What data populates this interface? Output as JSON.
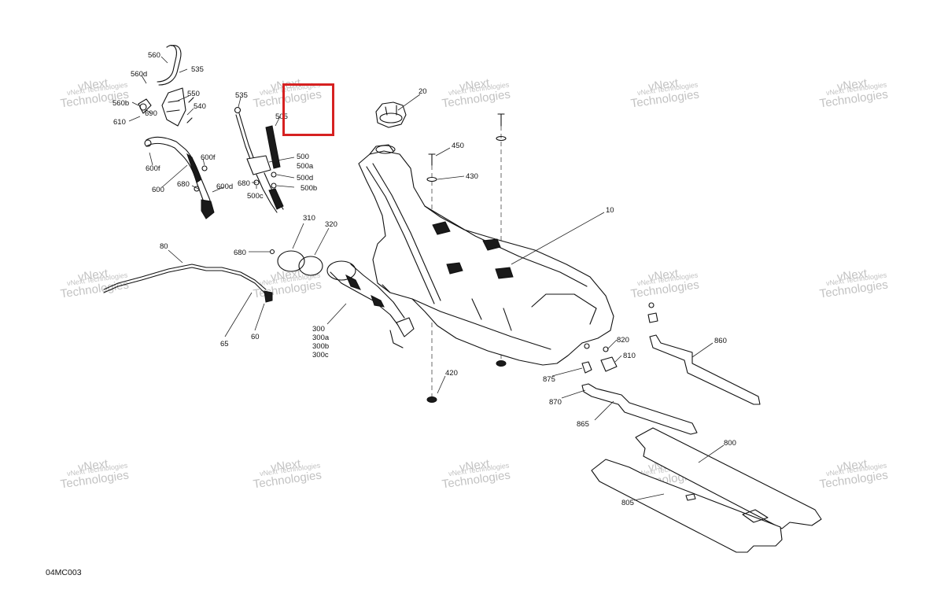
{
  "diagram": {
    "code": "04MC003",
    "highlight_color": "#d62121",
    "watermark": {
      "line1": "vNext Technologies",
      "line2": "vNext",
      "line3": "Technologies"
    },
    "callouts": [
      {
        "id": "c560",
        "text": "560"
      },
      {
        "id": "c535a",
        "text": "535"
      },
      {
        "id": "c560d",
        "text": "560d"
      },
      {
        "id": "c550",
        "text": "550"
      },
      {
        "id": "c560b",
        "text": "560b"
      },
      {
        "id": "c540",
        "text": "540"
      },
      {
        "id": "c690",
        "text": "690"
      },
      {
        "id": "c610",
        "text": "610"
      },
      {
        "id": "c600f",
        "text": "600f"
      },
      {
        "id": "c600fb",
        "text": "600f"
      },
      {
        "id": "c600",
        "text": "600"
      },
      {
        "id": "c680a",
        "text": "680"
      },
      {
        "id": "c600d",
        "text": "600d"
      },
      {
        "id": "c535b",
        "text": "535"
      },
      {
        "id": "c505",
        "text": "505"
      },
      {
        "id": "c500",
        "text": "500"
      },
      {
        "id": "c500a",
        "text": "500a"
      },
      {
        "id": "c500d",
        "text": "500d"
      },
      {
        "id": "c680b",
        "text": "680"
      },
      {
        "id": "c500b",
        "text": "500b"
      },
      {
        "id": "c500c",
        "text": "500c"
      },
      {
        "id": "c20",
        "text": "20"
      },
      {
        "id": "c450",
        "text": "450"
      },
      {
        "id": "c430",
        "text": "430"
      },
      {
        "id": "c10",
        "text": "10"
      },
      {
        "id": "c310",
        "text": "310"
      },
      {
        "id": "c320",
        "text": "320"
      },
      {
        "id": "c680c",
        "text": "680"
      },
      {
        "id": "c80",
        "text": "80"
      },
      {
        "id": "c300",
        "text": "300"
      },
      {
        "id": "c300a",
        "text": "300a"
      },
      {
        "id": "c300b",
        "text": "300b"
      },
      {
        "id": "c300c",
        "text": "300c"
      },
      {
        "id": "c65",
        "text": "65"
      },
      {
        "id": "c60",
        "text": "60"
      },
      {
        "id": "c420",
        "text": "420"
      },
      {
        "id": "c820",
        "text": "820"
      },
      {
        "id": "c810",
        "text": "810"
      },
      {
        "id": "c860",
        "text": "860"
      },
      {
        "id": "c875",
        "text": "875"
      },
      {
        "id": "c870",
        "text": "870"
      },
      {
        "id": "c865",
        "text": "865"
      },
      {
        "id": "c800",
        "text": "800"
      },
      {
        "id": "c805",
        "text": "805"
      }
    ]
  }
}
